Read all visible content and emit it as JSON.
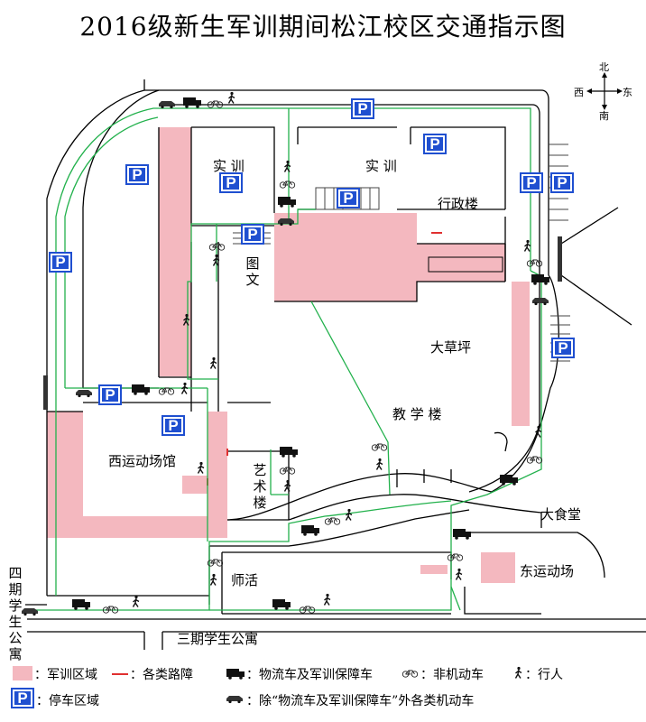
{
  "title": "2016级新生军训期间松江校区交通指示图",
  "compass": {
    "north": "北",
    "south": "南",
    "east": "东",
    "west": "西"
  },
  "labels": {
    "training_left": "实 训",
    "training_right": "实 训",
    "admin": "行政楼",
    "library": "图文",
    "lawn": "大草坪",
    "teaching": "教 学 楼",
    "west_gym": "西运动场馆",
    "art": "艺术楼",
    "canteen": "大食堂",
    "east_field": "东运动场",
    "shihuo": "师活",
    "dorm4": "四期学生公寓",
    "dorm3": "三期学生公寓"
  },
  "legend": {
    "training_zone": "军训区域",
    "roadblock": "各类路障",
    "logistics": "物流车及军训保障车",
    "non_motor": "非机动车",
    "pedestrian": "行人",
    "parking": "停车区域",
    "other_motor": "除“物流车及军训保障车”外各类机动车"
  },
  "colors": {
    "training_zone": "#f4b8bf",
    "route": "#22b14c",
    "roadblock": "#e03030",
    "parking": "#1f4fd0",
    "road": "#000000"
  },
  "icons": [
    "parking-icon",
    "truck-icon",
    "car-icon",
    "bicycle-icon",
    "pedestrian-icon",
    "compass-icon"
  ]
}
